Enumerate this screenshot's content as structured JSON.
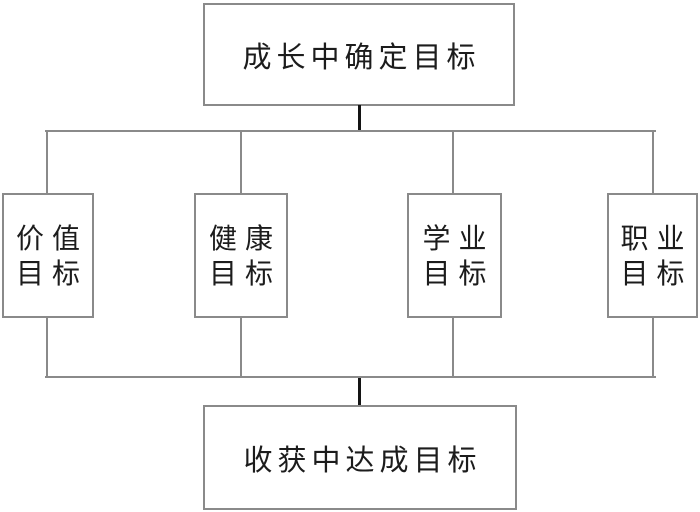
{
  "colors": {
    "background": "#ffffff",
    "box_border": "#8a8a8a",
    "connector": "#8a8a8a",
    "stub": "#141414",
    "text": "#1c1c1c"
  },
  "diagram": {
    "type": "flowchart",
    "root": {
      "label": "成长中确定目标"
    },
    "branches": [
      {
        "lines": [
          "价值",
          "目标"
        ]
      },
      {
        "lines": [
          "健康",
          "目标"
        ]
      },
      {
        "lines": [
          "学业",
          "目标"
        ]
      },
      {
        "lines": [
          "职业",
          "目标"
        ]
      }
    ],
    "sink": {
      "label": "收获中达成目标"
    }
  }
}
